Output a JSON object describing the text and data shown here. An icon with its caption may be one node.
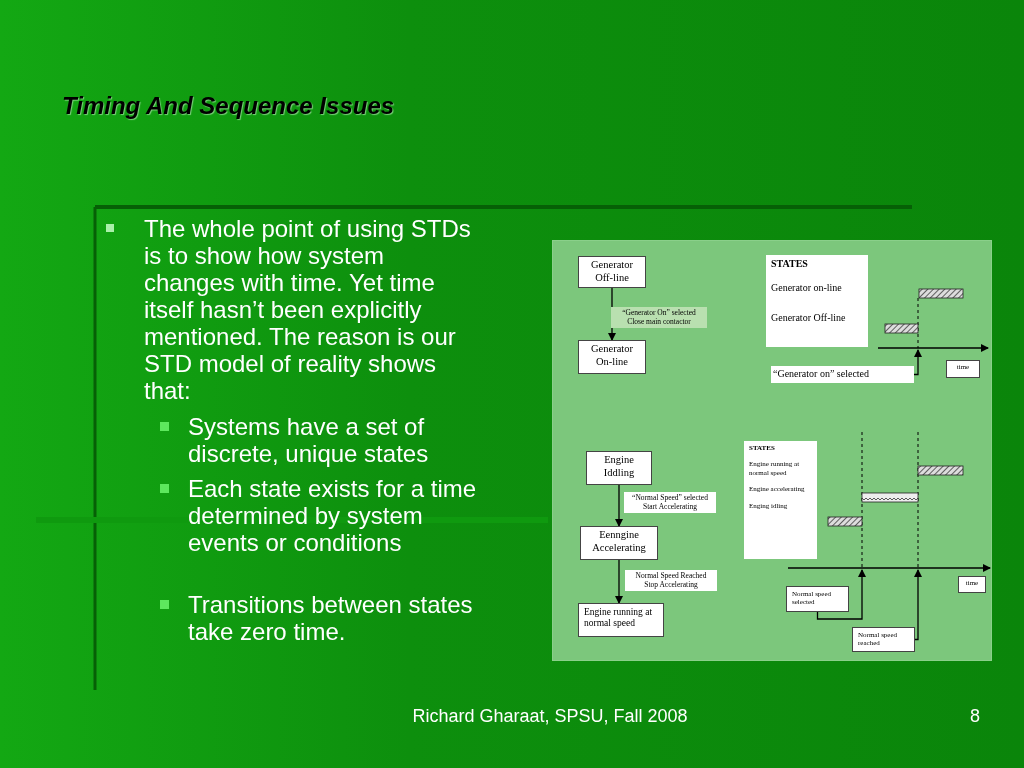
{
  "diagram": {
    "title": "Timing And Sequence Issues",
    "nodes": [
      {
        "text": [
          "Generator Off-line"
        ]
      },
      {
        "text": [
          "Generator On-line"
        ]
      },
      {
        "text": [
          "Engine Iddling"
        ]
      },
      {
        "text": [
          "Eenngine Accelerating"
        ]
      },
      {
        "text": [
          "Engine running at normal speed"
        ]
      },
      {
        "text": [
          "STATES",
          "Generator on-line",
          "Generator Off-line"
        ]
      },
      {
        "text": [
          "“Generator on” selected"
        ]
      },
      {
        "text": [
          "time"
        ]
      },
      {
        "text": [
          "STATES",
          "Engine running at normal speed",
          "Engine accelerating",
          "Enging idling"
        ]
      },
      {
        "text": [
          "Normal speed selected"
        ]
      },
      {
        "text": [
          "Normal speed reached"
        ]
      },
      {
        "text": [
          "time"
        ]
      }
    ],
    "edges": [
      {
        "from": 0,
        "to": 1,
        "arrow": "to",
        "label": "“Generator On” selected Close main contactor"
      },
      {
        "from": 2,
        "to": 3,
        "arrow": "to",
        "label": "“Normal Speed” selected Start Accelerating"
      },
      {
        "from": 3,
        "to": 4,
        "arrow": "to",
        "label": "Normal Speed Reached Stop Accelerating"
      },
      {
        "from": 6,
        "to": null,
        "arrow": "to"
      },
      {
        "from": 9,
        "to": null,
        "arrow": "to"
      },
      {
        "from": 10,
        "to": null,
        "arrow": "to"
      }
    ],
    "labels": [
      "The whole point of using STDs is to show how system changes with time. Yet time itself hasn’t been explicitly mentioned. The reason is our STD model of reality shows that:",
      "Systems have a set of discrete, unique states",
      "Each state exists for a time determined by system events or conditions",
      "Transitions between states take zero time.",
      "Richard Gharaat, SPSU, Fall 2008",
      "8"
    ]
  }
}
